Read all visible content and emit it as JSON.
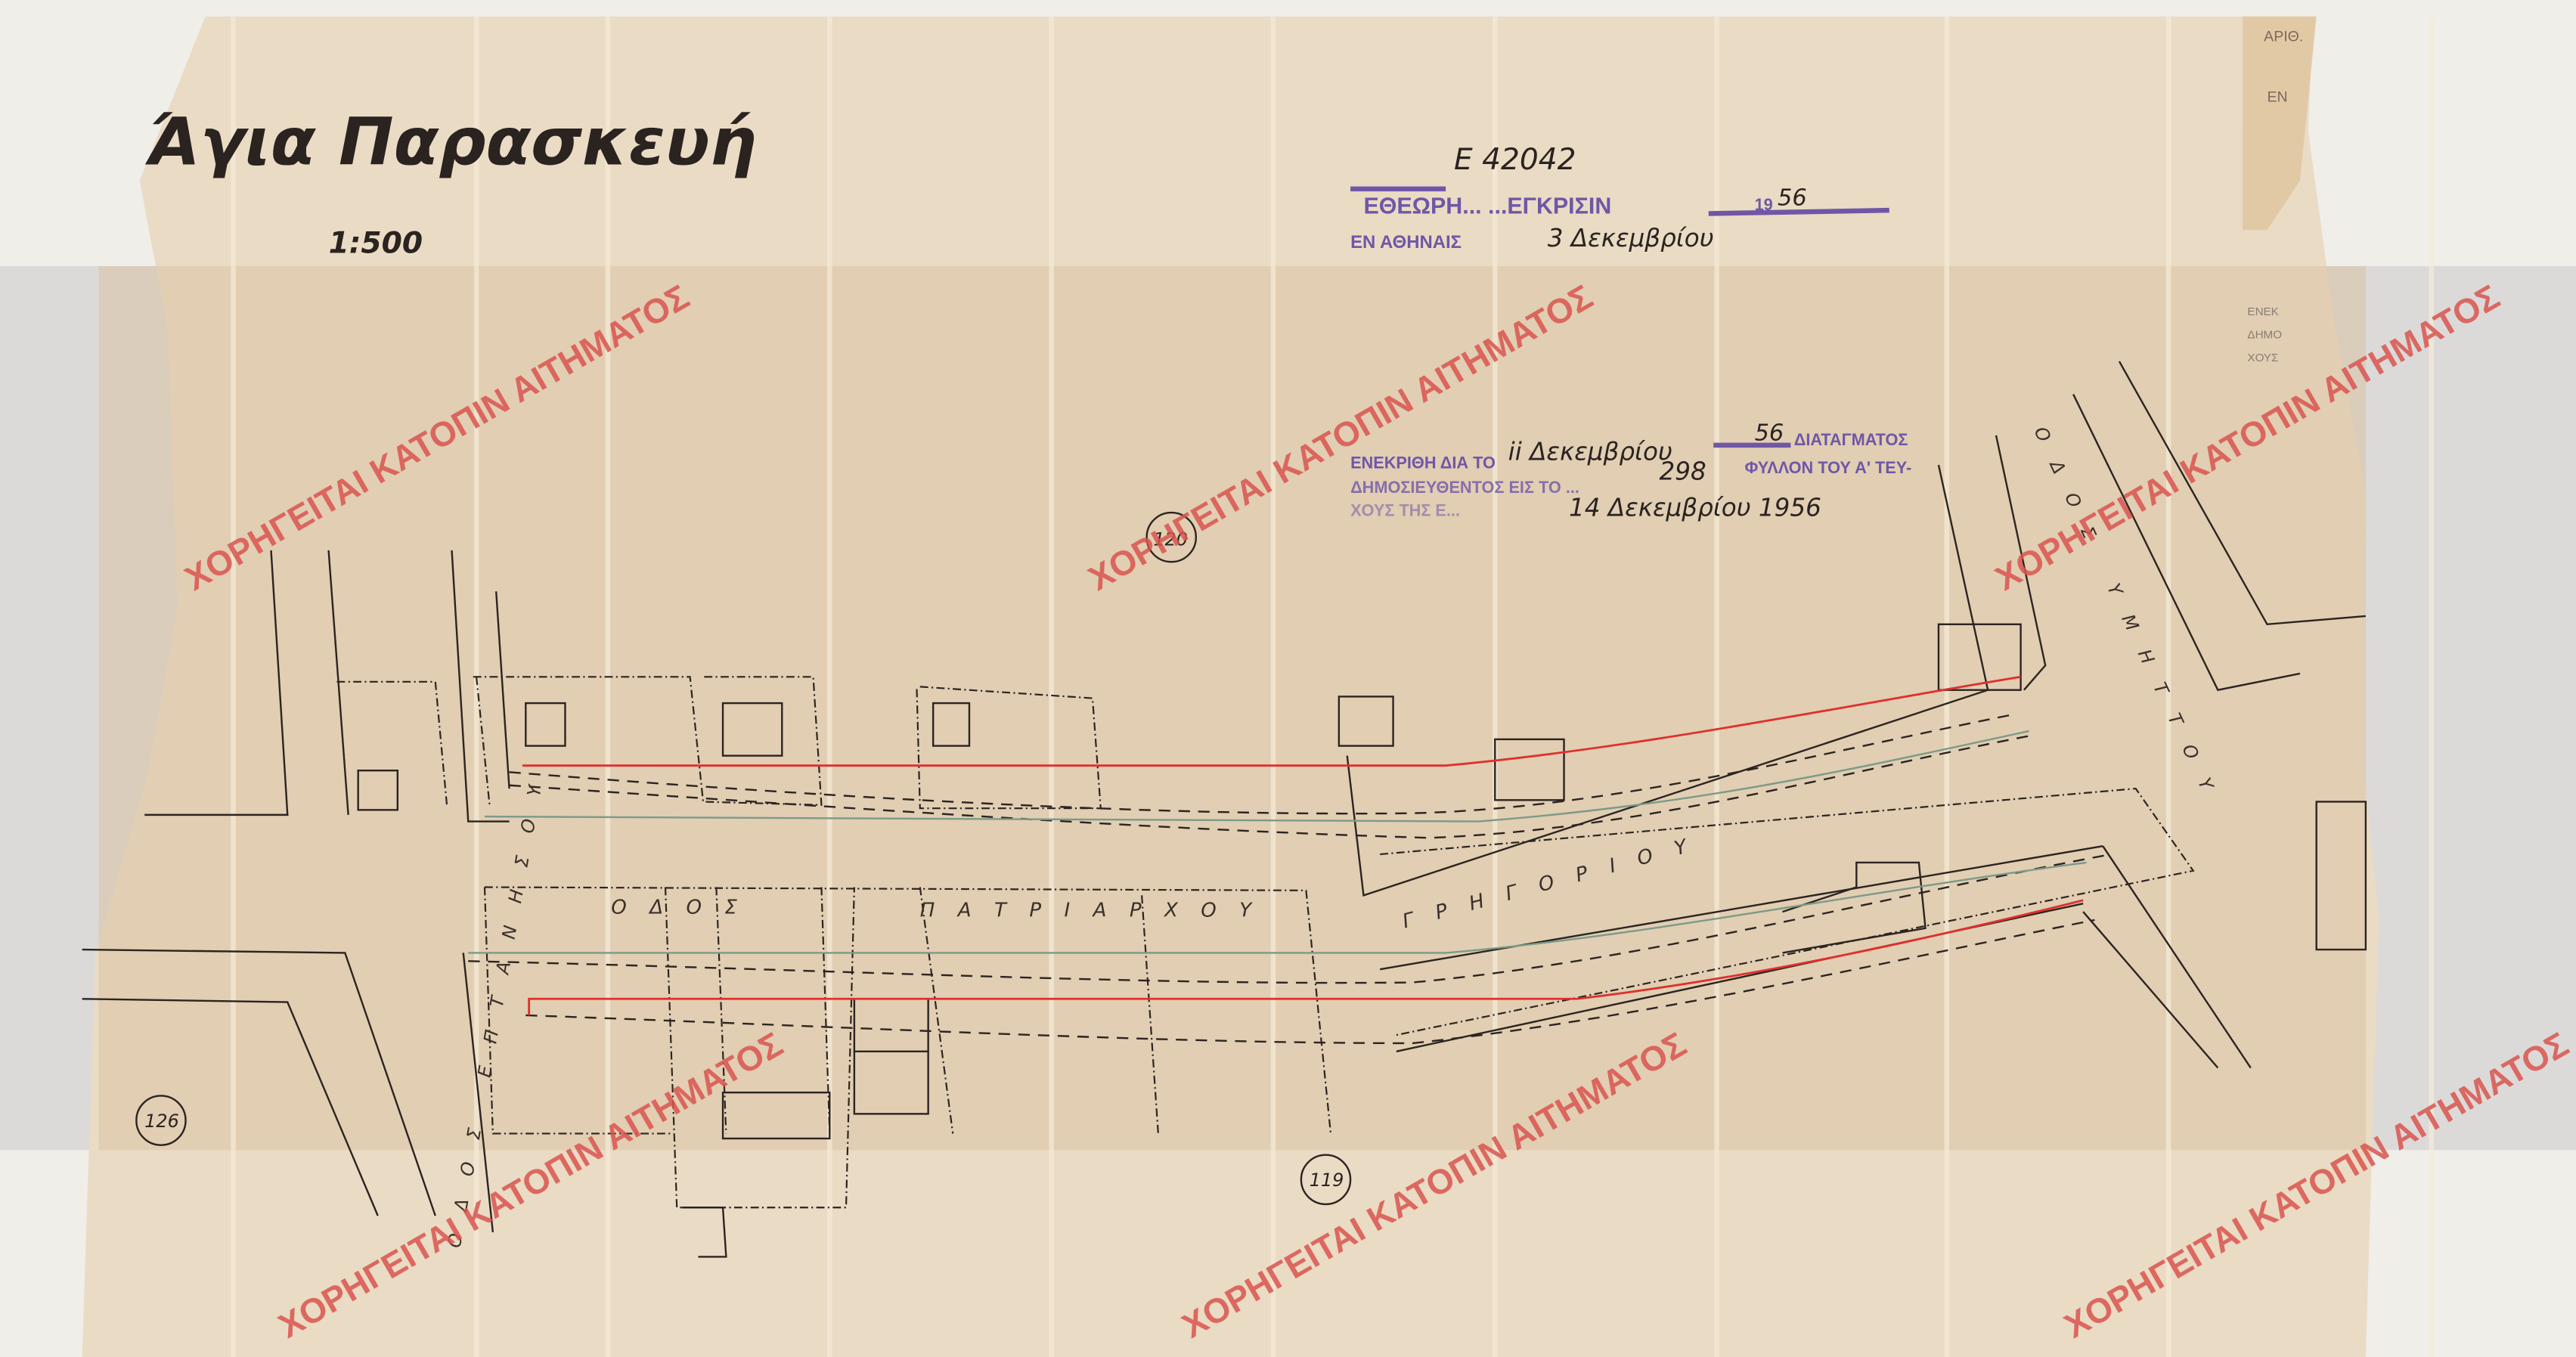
{
  "map": {
    "title": "Άγια Παρασκευή",
    "scale": "1:500",
    "reference_number": "Ε 42042",
    "top_right_fragment": {
      "line1": "ΑΡΙΘ.",
      "line2": "ΕΝ"
    },
    "right_margin_fragment": [
      "ΕΝΕΚ",
      "ΔΗΜΟ",
      "ΧΟΥΣ"
    ]
  },
  "approval_stamp": {
    "line1": "ΕΘΕΩΡΗ...  ...ΕΓΚΡΙΣΙΝ",
    "line2": "ΕΝ ΑΘΗΝΑΙΣ",
    "date_handwritten": "3 Δεκεμβρίου",
    "year_prefix": "19",
    "year_suffix": "56"
  },
  "decree_stamp": {
    "line1_prefix": "ΕΝΕΚΡΙΘΗ ΔΙΑ ΤΟ",
    "line1_date": "ii Δεκεμβρίου",
    "line1_year": "56",
    "line1_suffix": "ΔΙΑΤΑΓΜΑΤΟΣ",
    "line2_prefix": "ΔΗΜΟΣΙΕΥΘΕΝΤΟΣ ΕΙΣ ΤΟ ...",
    "line2_number": "298",
    "line2_suffix": "ΦΥΛΛΟΝ ΤΟΥ Α' ΤΕΥ-",
    "line3_prefix": "ΧΟΥΣ ΤΗΣ Ε...",
    "line3_date": "14 Δεκεμβρίου 1956"
  },
  "streets": {
    "patriarchou_1": "ΟΔΟΣ",
    "patriarchou_2": "ΠΑΤΡΙΑΡΧΟΥ",
    "patriarchou_3": "ΓΡΗΓΟΡΙΟΥ",
    "eptanisou": "ΟΔΟΣ ΕΠΤΑΝΗΣΟΥ",
    "ymittou": "ΟΔΟΣ ΥΜΗΤΤΟΥ"
  },
  "block_numbers": {
    "b120": "120",
    "b126": "126",
    "b119": "119"
  },
  "watermark": "ΧΟΡΗΓΕΙΤΑΙ ΚΑΤΟΠΙΝ ΑΙΤΗΜΑΤΟΣ",
  "colors": {
    "paper": "#e9d7bd",
    "stamp": "#6f57a6",
    "watermark": "#d9534f",
    "approval_line": "#e0302d"
  }
}
